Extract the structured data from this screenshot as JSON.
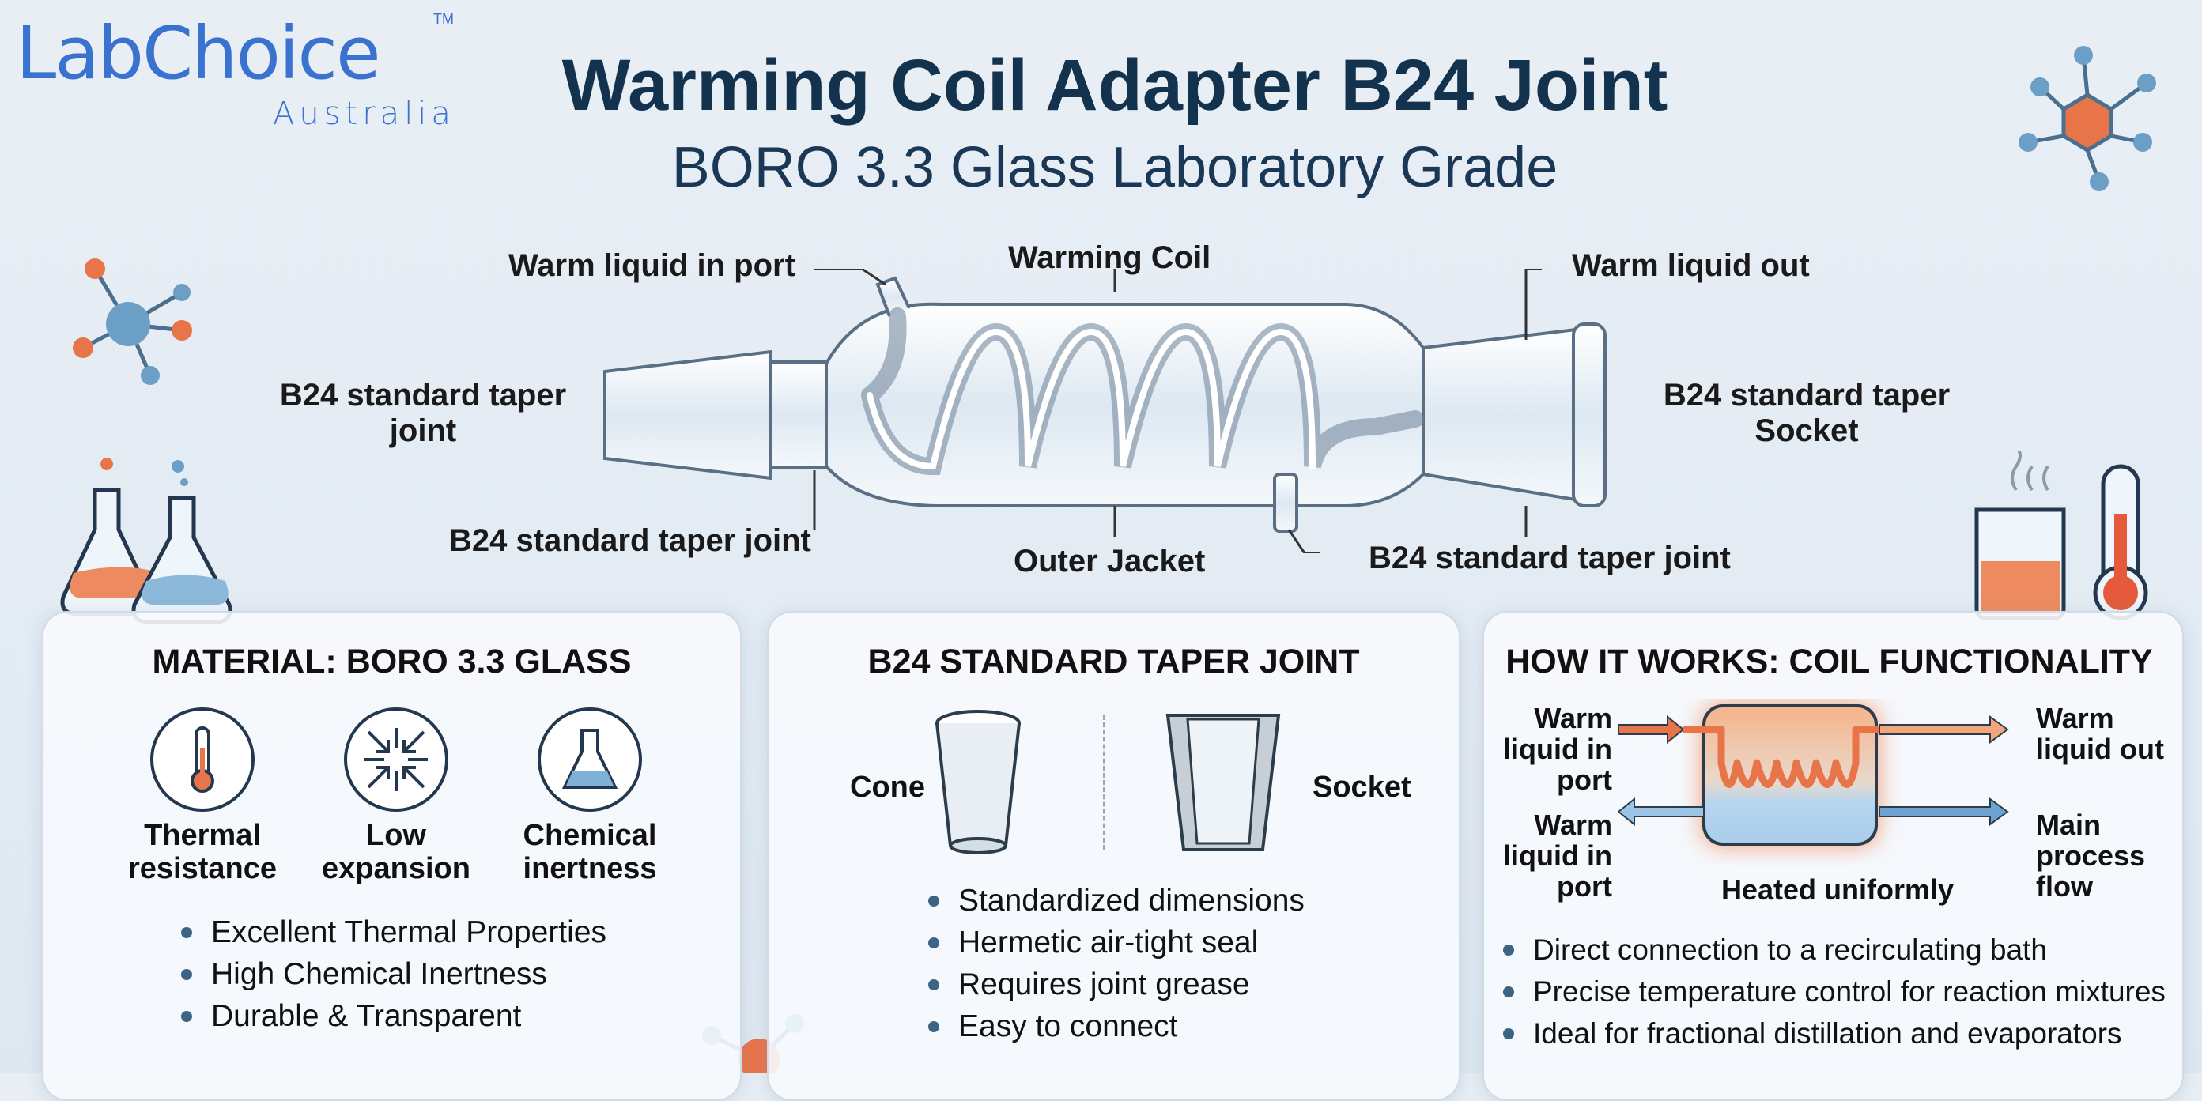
{
  "logo": {
    "brand": "LabChoice",
    "sub": "Australia",
    "tm": "TM"
  },
  "header": {
    "title": "Warming Coil Adapter B24 Joint",
    "subtitle": "BORO 3.3 Glass Laboratory Grade"
  },
  "diagram": {
    "warm_in": "Warm liquid in port",
    "coil": "Warming Coil",
    "warm_out": "Warm liquid out",
    "left_joint_1": "B24 standard taper",
    "left_joint_2": "joint",
    "right_socket_1": "B24 standard taper",
    "right_socket_2": "Socket",
    "bottom_left": "B24 standard taper joint",
    "outer_jacket": "Outer Jacket",
    "bottom_right": "B24 standard taper joint"
  },
  "material": {
    "heading": "MATERIAL: BORO 3.3 GLASS",
    "features": [
      {
        "l1": "Thermal",
        "l2": "resistance"
      },
      {
        "l1": "Low",
        "l2": "expansion"
      },
      {
        "l1": "Chemical",
        "l2": "inertness"
      }
    ],
    "bullets": [
      "Excellent Thermal Properties",
      "High Chemical Inertness",
      "Durable & Transparent"
    ]
  },
  "joint": {
    "heading": "B24 STANDARD TAPER JOINT",
    "cone": "Cone",
    "socket": "Socket",
    "bullets": [
      "Standardized dimensions",
      "Hermetic air-tight seal",
      "Requires joint grease",
      "Easy to connect"
    ]
  },
  "how": {
    "heading": "HOW IT WORKS: COIL FUNCTIONALITY",
    "in_top": [
      "Warm",
      "liquid in",
      "port"
    ],
    "out_top": [
      "Warm",
      "liquid out"
    ],
    "in_bottom": [
      "Warm",
      "liquid in",
      "port"
    ],
    "out_bottom": [
      "Main",
      "process",
      "flow"
    ],
    "caption": "Heated uniformly",
    "bullets": [
      "Direct connection to a recirculating bath",
      "Precise temperature control for reaction mixtures",
      "Ideal for fractional distillation and evaporators"
    ]
  },
  "colors": {
    "brand": "#3a72d0",
    "title": "#13324e",
    "orange": "#e8744a",
    "blue": "#4a86b8"
  }
}
